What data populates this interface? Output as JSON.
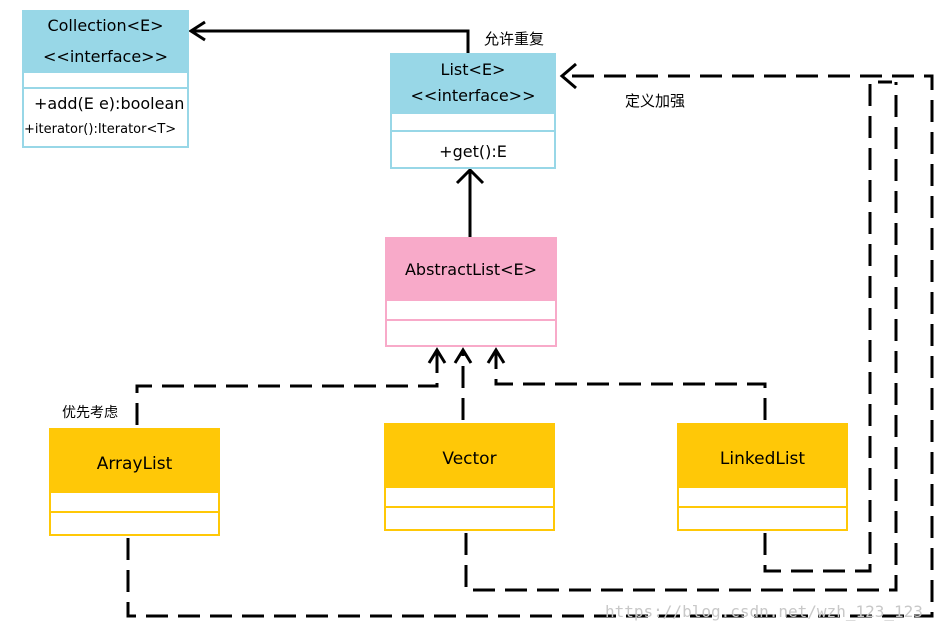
{
  "classes": {
    "collection": {
      "name": "Collection<E>",
      "stereotype": "<<interface>>",
      "methods": [
        "+add(E e):boolean",
        "+iterator():Iterator<T>"
      ]
    },
    "list": {
      "name": "List<E>",
      "stereotype": "<<interface>>",
      "methods": [
        "+get():E"
      ]
    },
    "abstract_list": {
      "name": "AbstractList<E>"
    },
    "array_list": {
      "name": "ArrayList"
    },
    "vector": {
      "name": "Vector"
    },
    "linked_list": {
      "name": "LinkedList"
    }
  },
  "notes": {
    "allow_duplicates": "允许重复",
    "define_enhance": "定义加强",
    "priority": "优先考虑"
  },
  "watermark": "https://blog.csdn.net/wzh_123_123",
  "colors": {
    "interface_fill": "#98d7e7",
    "abstract_fill": "#f8aac9",
    "concrete_fill": "#ffc807",
    "line": "#000000"
  }
}
